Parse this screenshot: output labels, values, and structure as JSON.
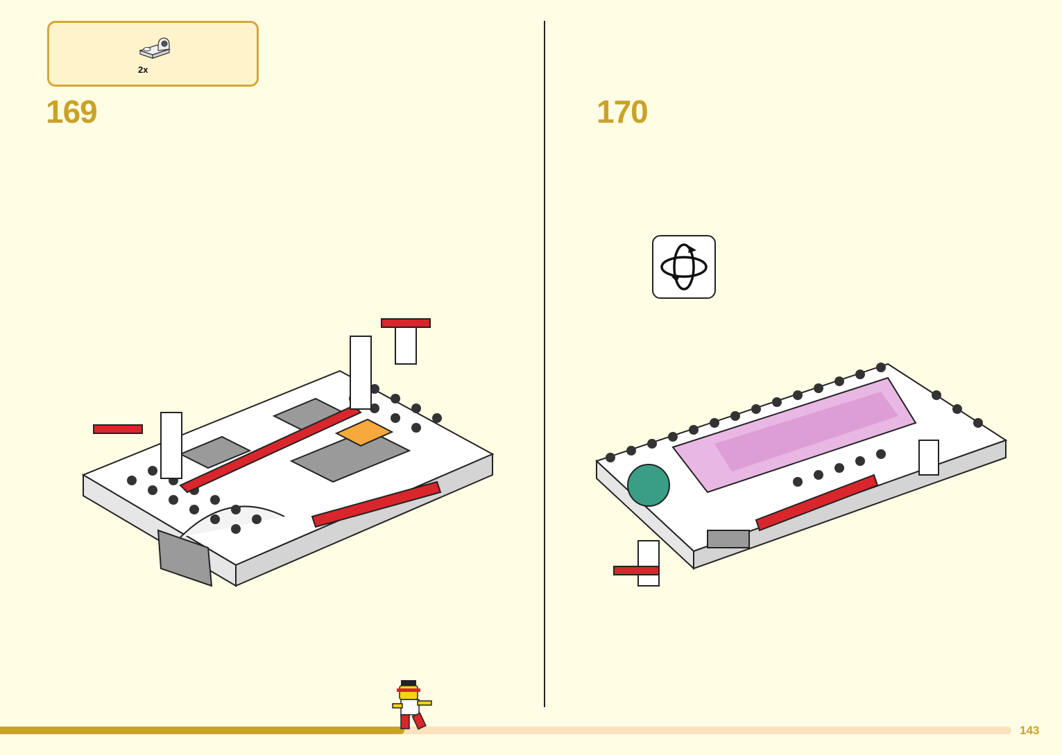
{
  "parts_callout": {
    "quantity": "2x",
    "part_icon": "white-plate-with-clip-icon"
  },
  "steps": [
    {
      "number": "169"
    },
    {
      "number": "170",
      "action_icon": "rotate-model-icon"
    }
  ],
  "footer": {
    "page_number": "143",
    "progress": 0.4
  },
  "colors": {
    "background": "#fffde3",
    "accent_gold": "#c9a227",
    "box_border": "#d4a63a",
    "brick_red": "#d9262c",
    "brick_gray": "#9a9a9a",
    "brick_orange": "#f7a93b"
  }
}
